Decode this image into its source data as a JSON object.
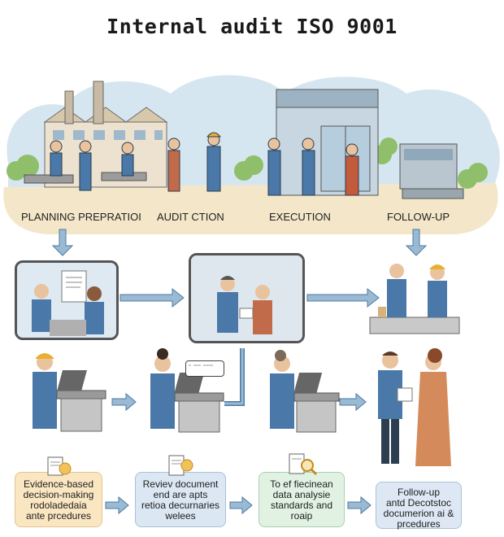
{
  "title": "Internal audit ISO 9001",
  "phases": {
    "planning": "PLANNING PREPRATIOI",
    "audit": "AUDIT CTION",
    "execution": "EXECUTION",
    "followup": "FOLLOW-UP"
  },
  "cards": [
    {
      "lines": [
        "Evidence-based",
        "decision-making",
        "rodoladedaia",
        "ante prcedures"
      ],
      "color": "#fbe6c2"
    },
    {
      "lines": [
        "Reviev document",
        "end are apts",
        "retioa decurnaries",
        "welees"
      ],
      "color": "#dbe7f3"
    },
    {
      "lines": [
        "To ef fiecinean",
        "data analysie",
        "standards and",
        "roaip"
      ],
      "color": "#e1f2e3"
    },
    {
      "lines": [
        "Follow-up",
        "antd Decotstoc",
        "documerion ai &",
        "prcedures"
      ],
      "color": "#dde8f4"
    }
  ],
  "speech_bubble": "~ ~~~ ~~~~",
  "colors": {
    "sky": "#d6e6f0",
    "ground": "#f4e7c9",
    "arrow": "#9ab9d3",
    "arrow_dark": "#3f6f99",
    "suit": "#4a78a8"
  }
}
